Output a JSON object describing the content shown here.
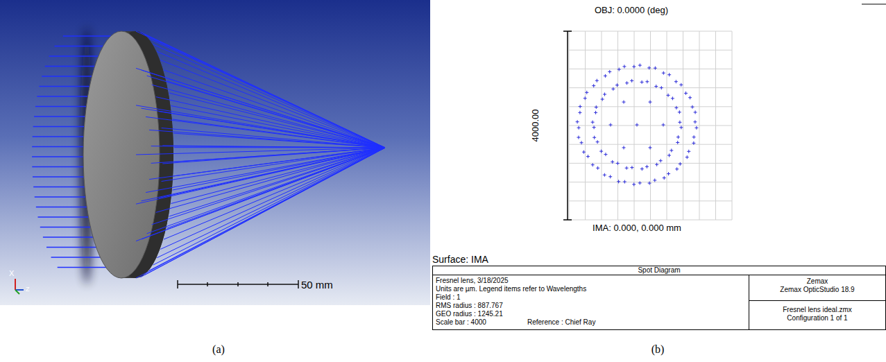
{
  "diagram": {
    "labels": [
      "X",
      "Z",
      "50 mm",
      "(a)",
      "OBJ: 0.0000 (deg)",
      "4000.00",
      "IMA: 0.000, 0.000 mm",
      "Surface: IMA",
      "Spot Diagram",
      "Fresnel lens, 3/18/2025",
      "Units are µm. Legend items refer to Wavelengths",
      "Field : 1",
      "RMS radius : 887.767",
      "GEO radius : 1245.21",
      "Scale bar : 4000",
      "Reference : Chief Ray",
      "Zemax",
      "Zemax OpticStudio 18.9",
      "Fresnel lens ideal.zmx",
      "Configuration 1 of 1",
      "(b)"
    ]
  }
}
